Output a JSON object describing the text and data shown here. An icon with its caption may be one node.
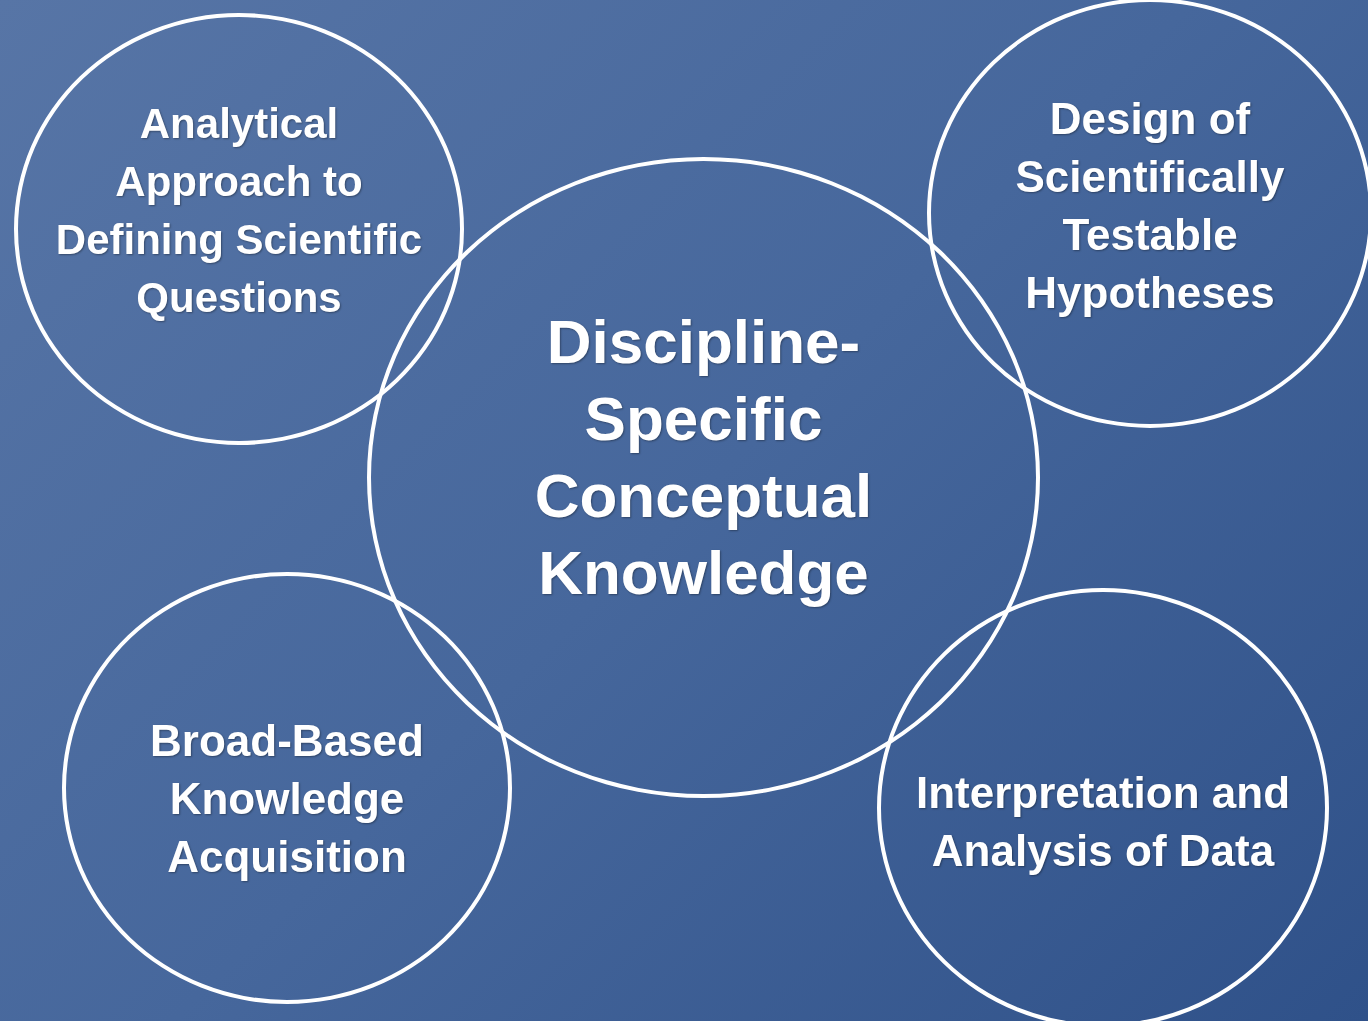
{
  "diagram": {
    "nodes": [
      {
        "text": [
          "Analytical Approach to Defining Scientific Questions"
        ]
      },
      {
        "text": [
          "Design of Scientifically Testable Hypotheses"
        ]
      },
      {
        "text": [
          "Discipline-Specific Conceptual Knowledge"
        ]
      },
      {
        "text": [
          "Broad-Based Knowledge Acquisition"
        ]
      },
      {
        "text": [
          "Interpretation and Analysis of Data"
        ]
      }
    ]
  }
}
